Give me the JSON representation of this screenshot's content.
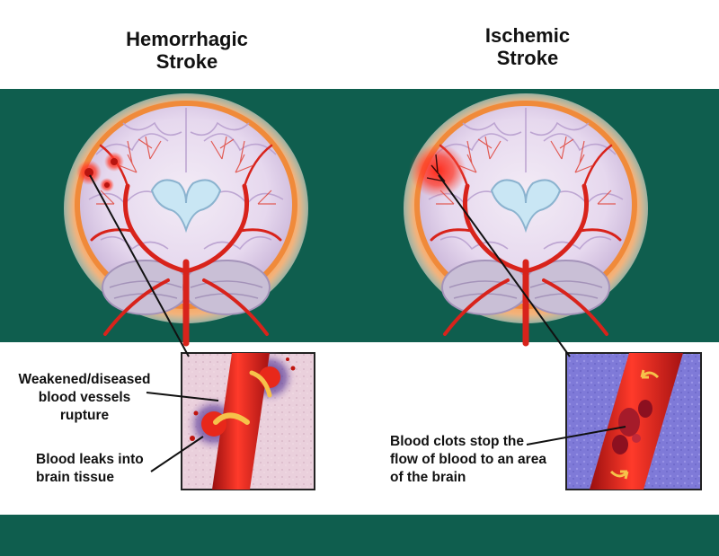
{
  "diagram": {
    "left_panel": {
      "title_line1": "Hemorrhagic",
      "title_line2": "Stroke",
      "callout_1": {
        "line1": "Weakened/diseased",
        "line2": "blood vessels",
        "line3": "rupture"
      },
      "callout_2": {
        "line1": "Blood leaks into",
        "line2": "brain tissue"
      }
    },
    "right_panel": {
      "title_line1": "Ischemic",
      "title_line2": "Stroke",
      "callout": {
        "line1": "Blood clots stop the",
        "line2": "flow of blood to an area",
        "line3": "of the brain"
      }
    }
  },
  "colors": {
    "band": "#0f5e4e",
    "artery": "#d8231b",
    "brain": "#e8dcef",
    "halo": "#f39a4a"
  }
}
